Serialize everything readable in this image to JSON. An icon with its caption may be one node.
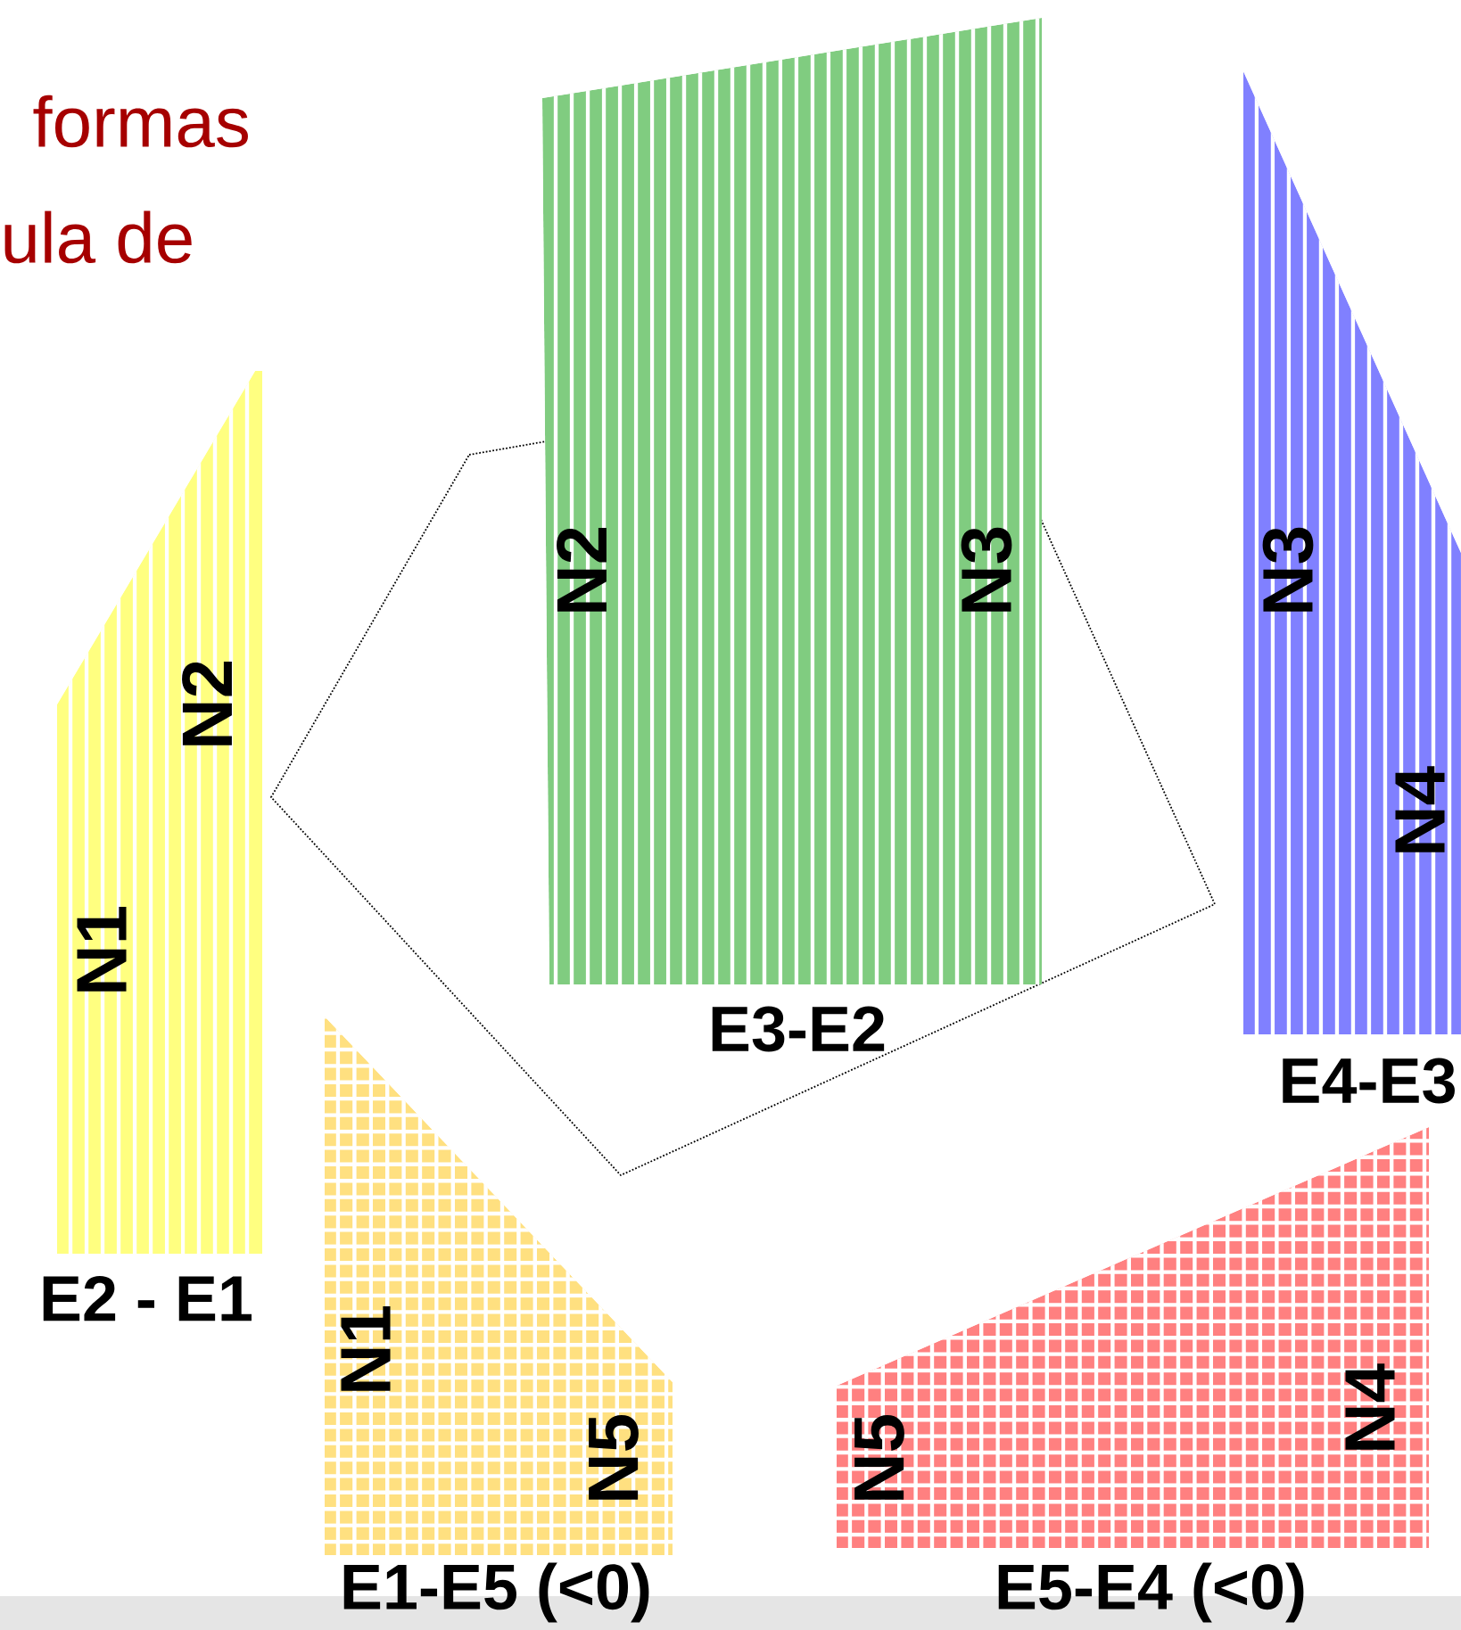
{
  "diagram": {
    "nodes": [
      {
        "text": [
          "N1",
          "N2"
        ],
        "beside": [
          "E2 - E1"
        ]
      },
      {
        "text": [
          "N2",
          "N3"
        ],
        "beside": [
          "E3-E2"
        ]
      },
      {
        "text": [
          "N3",
          "N4"
        ],
        "beside": [
          "E4-E3"
        ]
      },
      {
        "text": [
          "N1",
          "N5"
        ],
        "beside": [
          "E1-E5   (<0)"
        ]
      },
      {
        "text": [
          "N5",
          "N4"
        ],
        "beside": [
          "E5-E4  (<0)"
        ]
      }
    ],
    "labels": [
      "formas",
      "ula de"
    ]
  }
}
